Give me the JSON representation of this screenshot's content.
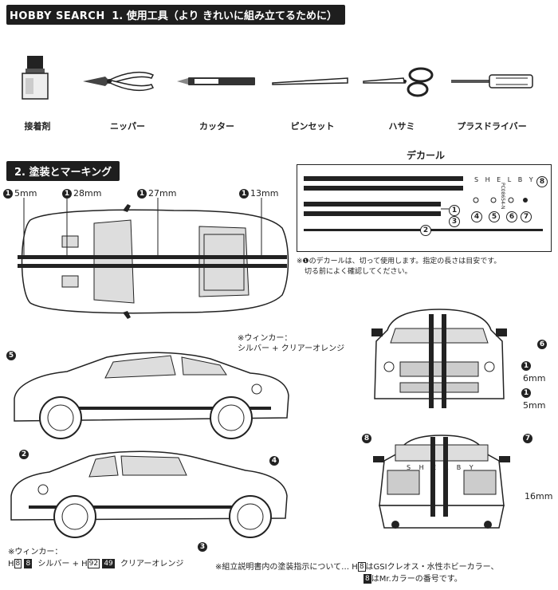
{
  "watermark": "HOBBY SEARCH",
  "section1": {
    "title": "1. 使用工具（より きれいに組み立てるために）"
  },
  "tools": [
    {
      "label": "接着剤",
      "icon": "glue-bottle-icon"
    },
    {
      "label": "ニッパー",
      "icon": "nipper-icon"
    },
    {
      "label": "カッター",
      "icon": "cutter-knife-icon"
    },
    {
      "label": "ピンセット",
      "icon": "tweezers-icon"
    },
    {
      "label": "ハサミ",
      "icon": "scissors-icon"
    },
    {
      "label": "プラスドライバー",
      "icon": "screwdriver-icon"
    }
  ],
  "section2": {
    "title": "2. 塗装とマーキング"
  },
  "decal": {
    "title": "デカール",
    "logo_text": "S H E L B Y",
    "numbers": [
      "1",
      "2",
      "3",
      "4",
      "5",
      "6",
      "7",
      "8"
    ]
  },
  "top_view": {
    "labels": [
      {
        "num": "1",
        "text": "5mm"
      },
      {
        "num": "1",
        "text": "28mm"
      },
      {
        "num": "1",
        "text": "27mm"
      },
      {
        "num": "1",
        "text": "13mm"
      }
    ]
  },
  "decal_note": {
    "line1": "※❶のデカールは、切って使用します。指定の長さは目安です。",
    "line2": "切る前によく確認してください。"
  },
  "winker_note_top": {
    "line1": "※ウィンカー：",
    "line2": "シルバー + クリアーオレンジ"
  },
  "front_view": {
    "labels": [
      {
        "num": "6",
        "text": ""
      },
      {
        "num": "1",
        "text": "6mm"
      },
      {
        "num": "1",
        "text": "5mm"
      }
    ]
  },
  "side_view_1": {
    "labels": [
      {
        "num": "5"
      },
      {
        "num": "2"
      }
    ]
  },
  "side_view_2": {
    "labels": [
      {
        "num": "4"
      },
      {
        "num": "3"
      }
    ]
  },
  "rear_view": {
    "labels": [
      {
        "num": "8"
      },
      {
        "num": "7"
      },
      {
        "num": "",
        "text": "16mm"
      }
    ],
    "logo_text": "S H E L B Y"
  },
  "winker_note_bottom": {
    "title": "※ウィンカー：",
    "h_code": "H",
    "h_num": "8",
    "m_num": "8",
    "silver": "シルバー",
    "plus": "+",
    "h2_code": "H",
    "h2_num": "92",
    "m2_num": "49",
    "clear_orange": "クリアーオレンジ"
  },
  "footer": {
    "lead": "※組立説明書内の塗装指示について…",
    "h_box": "H",
    "h_num": "8",
    "line1_rest": "はGSIクレオス・水性ホビーカラー、",
    "m_num": "8",
    "line2_rest": "はMr.カラーの番号です。"
  },
  "colors": {
    "ink": "#222222",
    "paper": "#ffffff",
    "stripe": "#1e1e1e"
  }
}
